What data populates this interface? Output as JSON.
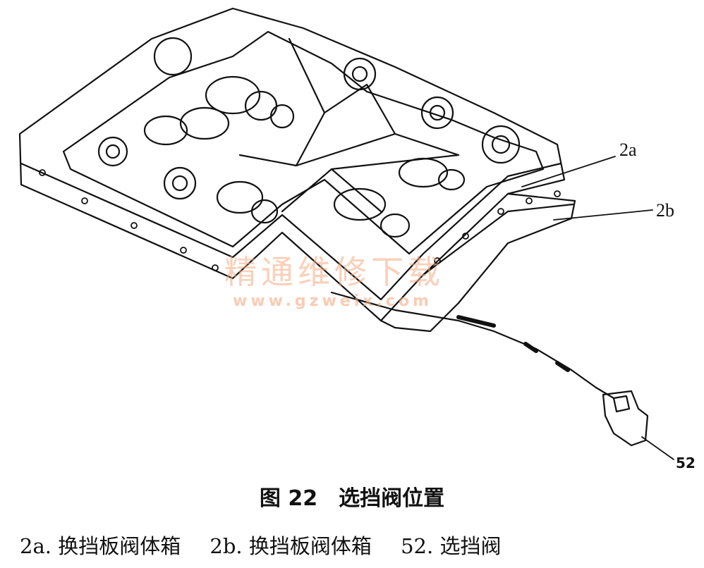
{
  "callouts": {
    "a": "2a",
    "b": "2b",
    "c": "52"
  },
  "watermark": {
    "text": "精通维修下载",
    "url": "www.gzweix.com"
  },
  "caption": "图 22　选挡阀位置",
  "legend": [
    {
      "key": "2a.",
      "text": "换挡板阀体箱"
    },
    {
      "key": "2b.",
      "text": "换挡板阀体箱"
    },
    {
      "key": "52.",
      "text": "选挡阀"
    }
  ],
  "colors": {
    "line": "#111111",
    "watermark": "#f4aa82"
  }
}
